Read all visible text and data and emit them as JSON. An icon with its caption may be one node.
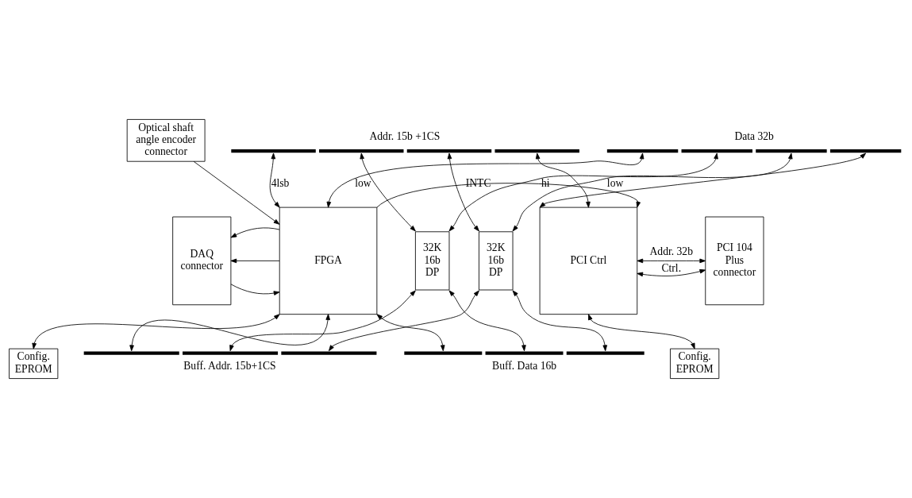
{
  "diagram": {
    "nodes": [
      {
        "text": [
          "FPGA"
        ]
      },
      {
        "text": [
          "32K 16b DP"
        ]
      },
      {
        "text": [
          "32K 16b DP"
        ]
      },
      {
        "text": [
          "PCI Ctrl"
        ]
      },
      {
        "text": [
          "DAQ connector"
        ]
      },
      {
        "text": [
          "Optical shaft angle encoder connector"
        ]
      },
      {
        "text": [
          "PCI 104 Plus connector"
        ]
      },
      {
        "text": [
          "Config. EPROM"
        ]
      },
      {
        "text": [
          "Config. EPROM"
        ]
      },
      {
        "text": [
          "Addr. 15b +1CS"
        ]
      },
      {
        "text": [
          "Data 32b"
        ]
      },
      {
        "text": [
          "Buff. Data 16b"
        ]
      },
      {
        "text": [
          "Buff. Addr. 15b+1CS"
        ]
      }
    ],
    "edges": [
      {
        "from": 5,
        "to": 0,
        "arrow": "to"
      },
      {
        "from": 0,
        "to": 3,
        "arrow": "to",
        "label": "INTC"
      },
      {
        "from": 9,
        "to": 0,
        "arrow": "both",
        "label": "4lsb"
      },
      {
        "from": 9,
        "to": 1,
        "arrow": "both"
      },
      {
        "from": 9,
        "to": 2,
        "arrow": "both"
      },
      {
        "from": 9,
        "to": 3,
        "arrow": "both"
      },
      {
        "from": 10,
        "to": 0,
        "arrow": "both",
        "label": "low"
      },
      {
        "from": 10,
        "to": 1,
        "arrow": "both",
        "label": "hi"
      },
      {
        "from": 10,
        "to": 2,
        "arrow": "both",
        "label": "low"
      },
      {
        "from": 10,
        "to": 3,
        "arrow": "both"
      },
      {
        "from": 4,
        "to": 0,
        "arrow": "to"
      },
      {
        "from": 0,
        "to": 4,
        "arrow": "to"
      },
      {
        "from": 0,
        "to": 4,
        "arrow": "to"
      },
      {
        "from": 3,
        "to": 6,
        "arrow": "both",
        "label": "Addr. 32b"
      },
      {
        "from": 3,
        "to": 6,
        "arrow": "both",
        "label": "Ctrl."
      },
      {
        "from": 0,
        "to": 7,
        "arrow": "both"
      },
      {
        "from": 0,
        "to": 12,
        "arrow": "both"
      },
      {
        "from": 0,
        "to": 11,
        "arrow": "both"
      },
      {
        "from": 1,
        "to": 12,
        "arrow": "both"
      },
      {
        "from": 1,
        "to": 11,
        "arrow": "both"
      },
      {
        "from": 2,
        "to": 12,
        "arrow": "both"
      },
      {
        "from": 2,
        "to": 11,
        "arrow": "both"
      },
      {
        "from": 3,
        "to": 8,
        "arrow": "both"
      }
    ]
  }
}
